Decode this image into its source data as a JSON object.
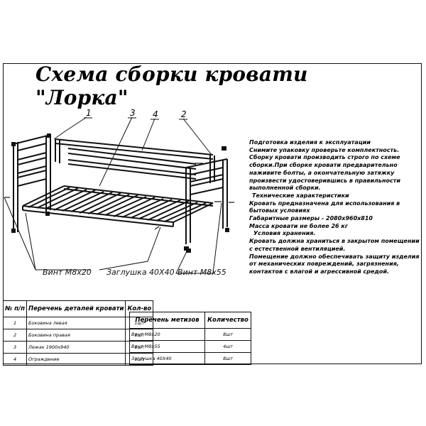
{
  "title": "Схема сборки кровати \"Лорка\"",
  "callouts": [
    "1",
    "3",
    "4",
    "2"
  ],
  "fastener_labels": {
    "screw_short": "Винт М8х20",
    "plug": "Заглушка 40Х40",
    "screw_long": "Винт М8х55"
  },
  "info": {
    "prep_heading": "Подготовка изделия к эксплуатации",
    "prep_text": "Снимите упаковку проверьте комплектность. Сборку кровати производить строго по схеме сборки.При сборке кровати  предварительно наживите  болты, а окончательную затяжку произвести удостоверившись в правильности выполненной сборки.",
    "specs_heading": "Технические характеристики",
    "specs_line1": "Кровать предназначена для использования в бытовых условиях",
    "specs_line2": "Габаритные размеры - 2080х960х810",
    "specs_line3": "Масса кровати не более 26 кг",
    "storage_heading": "Условия хранения.",
    "storage_line1": "Кровать должна храниться в закрытом помещении с естественной вентиляцией.",
    "storage_line2": "Помещение должно обеспечивать защиту изделия от механических повреждений, загрязнения, контактов с влагой и агрессивной средой."
  },
  "details_table": {
    "headers": [
      "№ п/п",
      "Перечень деталей кровати",
      "Кол-во"
    ],
    "rows": [
      [
        "1",
        "Боковина левая",
        "1шт"
      ],
      [
        "2",
        "Боковина правая",
        "1шт"
      ],
      [
        "3",
        "Лежак 1900х940",
        "1шт"
      ],
      [
        "4",
        "Ограждение",
        "1шт"
      ]
    ]
  },
  "fasteners_table": {
    "headers": [
      "Перечень метизов",
      "Количество"
    ],
    "rows": [
      [
        "Винт М8х20",
        "8шт"
      ],
      [
        "Винт М8х55",
        "4шт"
      ],
      [
        "Заглушка 40Х40",
        "8шт"
      ]
    ]
  }
}
